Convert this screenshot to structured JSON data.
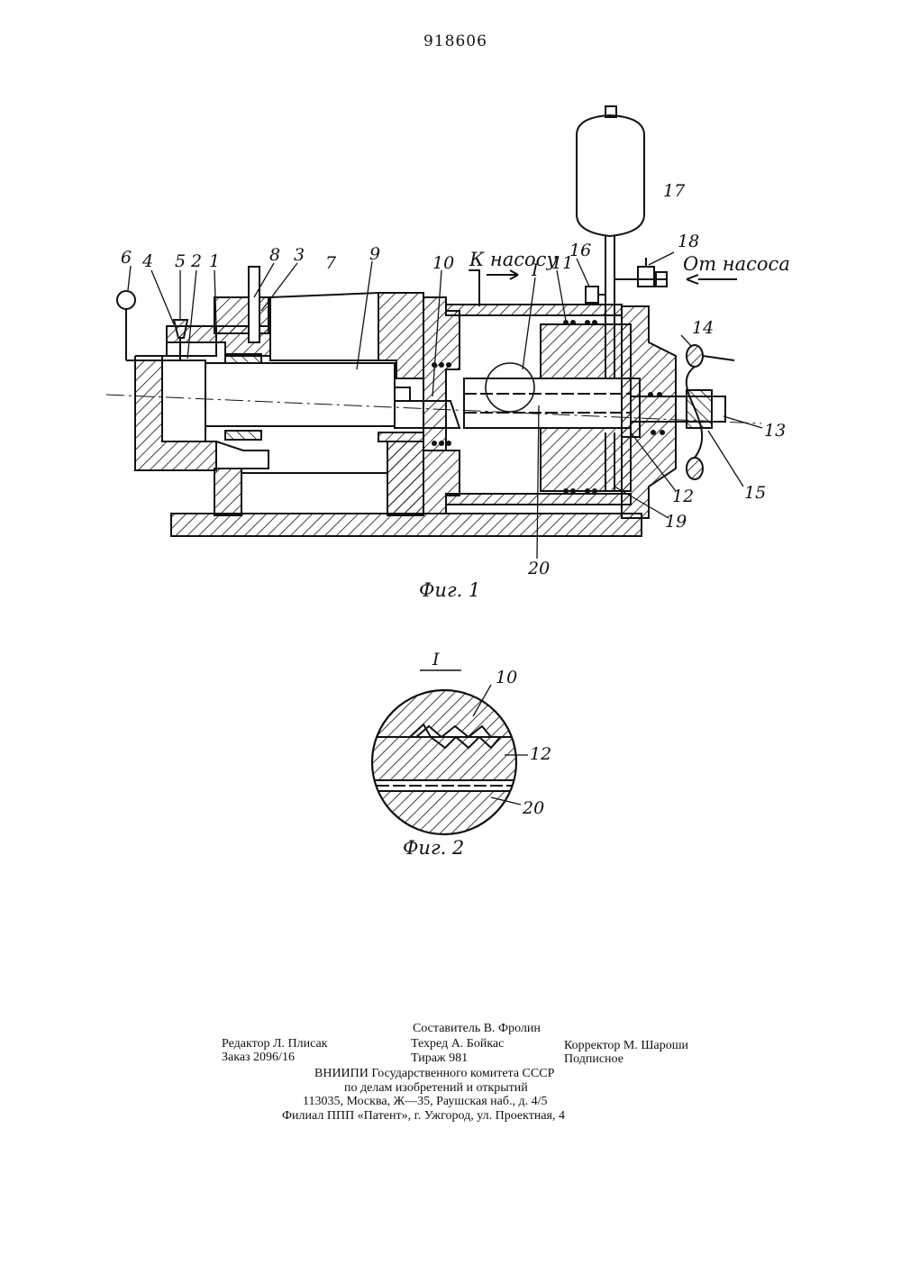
{
  "patent_number": "918606",
  "figure1": {
    "caption": "Фиг. 1",
    "labels": {
      "n1": "1",
      "n2": "2",
      "n3": "3",
      "n4": "4",
      "n5": "5",
      "n6": "6",
      "n7": "7",
      "n8": "8",
      "n9": "9",
      "n10": "10",
      "n11": "11",
      "n12": "12",
      "n13": "13",
      "n14": "14",
      "n15": "15",
      "n16": "16",
      "n17": "17",
      "n18": "18",
      "n19": "19",
      "n20": "20",
      "detail": "I"
    },
    "to_pump": "К насосу",
    "from_pump": "От насоса"
  },
  "figure2": {
    "caption": "Фиг. 2",
    "title": "I",
    "labels": {
      "n10": "10",
      "n12": "12",
      "n20": "20"
    }
  },
  "colophon": {
    "compiler": "Составитель В. Фролин",
    "editor": "Редактор Л. Плисак",
    "techred": "Техред А. Бойкас",
    "corrector": "Корректор М. Шароши",
    "order": "Заказ 2096/16",
    "circulation": "Тираж 981",
    "subscription": "Подписное",
    "org_line1": "ВНИИПИ Государственного комитета СССР",
    "org_line2": "по делам изобретений и открытий",
    "address": "113035, Москва, Ж—35, Раушская наб., д. 4/5",
    "branch": "Филиал ППП «Патент», г. Ужгород, ул. Проектная, 4"
  }
}
